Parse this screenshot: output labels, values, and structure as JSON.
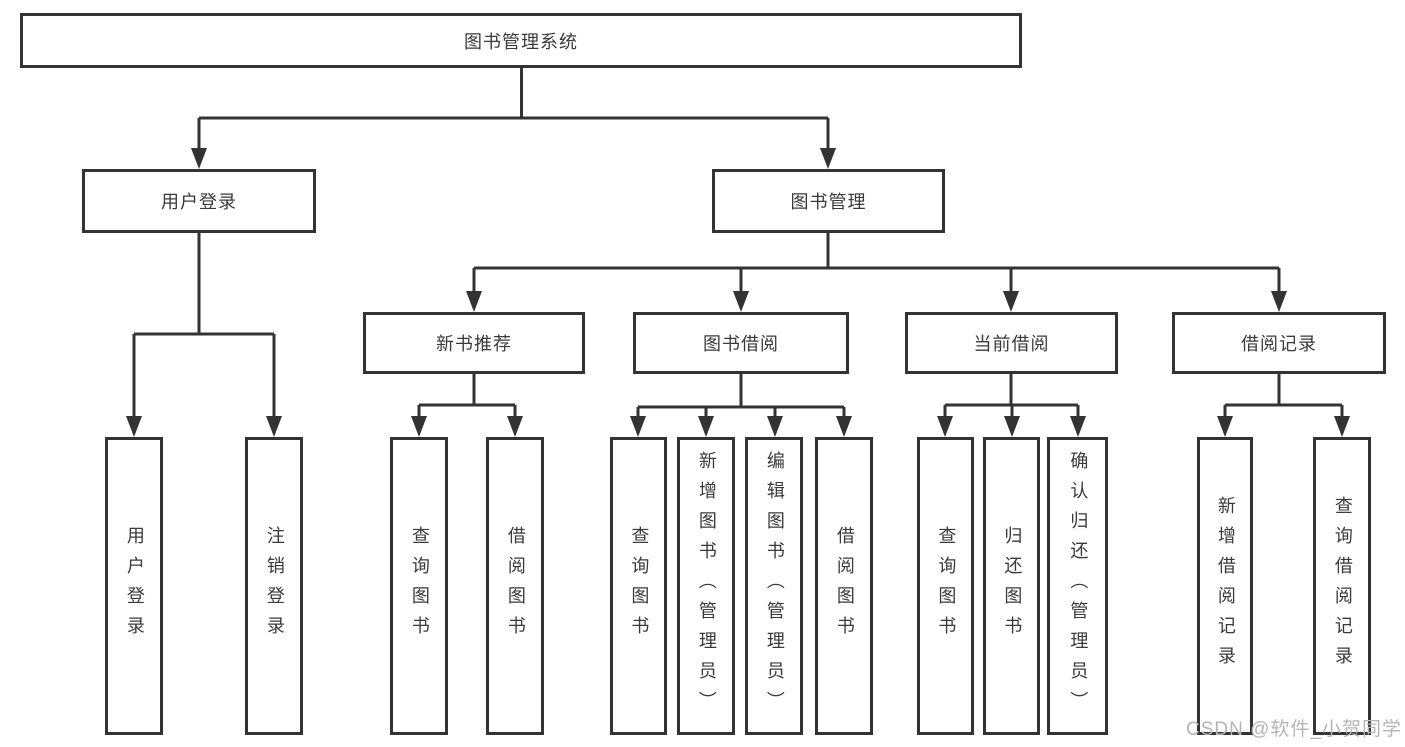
{
  "colors": {
    "line": "#333333",
    "text": "#3a3a3a",
    "box_bg": "#ffffff",
    "watermark": "#b5b5b5"
  },
  "watermark": "CSDN @软件_小贺同学",
  "tree": {
    "root": {
      "label": "图书管理系统",
      "children": [
        {
          "label": "用户登录",
          "children": [
            {
              "label": "用户登录"
            },
            {
              "label": "注销登录"
            }
          ]
        },
        {
          "label": "图书管理",
          "children": [
            {
              "label": "新书推荐",
              "children": [
                {
                  "label": "查询图书"
                },
                {
                  "label": "借阅图书"
                }
              ]
            },
            {
              "label": "图书借阅",
              "children": [
                {
                  "label": "查询图书"
                },
                {
                  "label": "新增图书（管理员）"
                },
                {
                  "label": "编辑图书（管理员）"
                },
                {
                  "label": "借阅图书"
                }
              ]
            },
            {
              "label": "当前借阅",
              "children": [
                {
                  "label": "查询图书"
                },
                {
                  "label": "归还图书"
                },
                {
                  "label": "确认归还（管理员）"
                }
              ]
            },
            {
              "label": "借阅记录",
              "children": [
                {
                  "label": "新增借阅记录"
                },
                {
                  "label": "查询借阅记录"
                }
              ]
            }
          ]
        }
      ]
    }
  }
}
